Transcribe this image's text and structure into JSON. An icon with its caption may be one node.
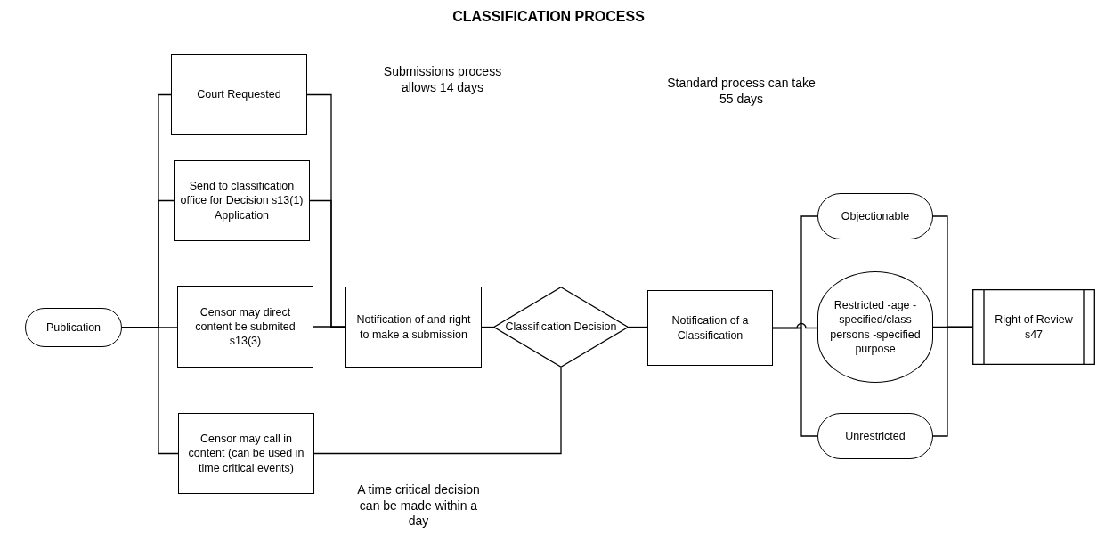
{
  "diagram": {
    "title": "CLASSIFICATION PROCESS",
    "nodes": [
      {
        "text": [
          "Publication"
        ]
      },
      {
        "text": [
          "Court Requested"
        ]
      },
      {
        "text": [
          "Send to classification office for Decision s13(1) Application"
        ]
      },
      {
        "text": [
          "Censor may direct content be submited s13(3)"
        ]
      },
      {
        "text": [
          "Censor may call in content (can be used in time critical events)"
        ]
      },
      {
        "text": [
          "Notification of and right to make a submission"
        ]
      },
      {
        "text": [
          "Classification Decision"
        ]
      },
      {
        "text": [
          "Notification of a Classification"
        ]
      },
      {
        "text": [
          "Objectionable"
        ]
      },
      {
        "text": [
          "Restricted -age -specified/class persons -specified purpose"
        ]
      },
      {
        "text": [
          "Unrestricted"
        ]
      },
      {
        "text": [
          "Right of Review s47"
        ]
      }
    ],
    "edges": [
      {
        "from": 0,
        "to": 1,
        "arrow": "none"
      },
      {
        "from": 0,
        "to": 2,
        "arrow": "none"
      },
      {
        "from": 0,
        "to": 3,
        "arrow": "none"
      },
      {
        "from": 0,
        "to": 4,
        "arrow": "none"
      },
      {
        "from": 1,
        "to": 5,
        "arrow": "none"
      },
      {
        "from": 2,
        "to": 5,
        "arrow": "none"
      },
      {
        "from": 3,
        "to": 5,
        "arrow": "none"
      },
      {
        "from": 5,
        "to": 6,
        "arrow": "none"
      },
      {
        "from": 4,
        "to": 6,
        "arrow": "none"
      },
      {
        "from": 6,
        "to": 7,
        "arrow": "none"
      },
      {
        "from": 7,
        "to": 8,
        "arrow": "none"
      },
      {
        "from": 7,
        "to": 9,
        "arrow": "none"
      },
      {
        "from": 7,
        "to": 10,
        "arrow": "none"
      },
      {
        "from": 8,
        "to": 11,
        "arrow": "none"
      },
      {
        "from": 9,
        "to": 11,
        "arrow": "none"
      },
      {
        "from": 10,
        "to": 11,
        "arrow": "none"
      }
    ],
    "labels": [
      "Submissions process allows 14 days",
      "Standard process can take 55 days",
      "A time critical decision can be made within a day"
    ]
  }
}
